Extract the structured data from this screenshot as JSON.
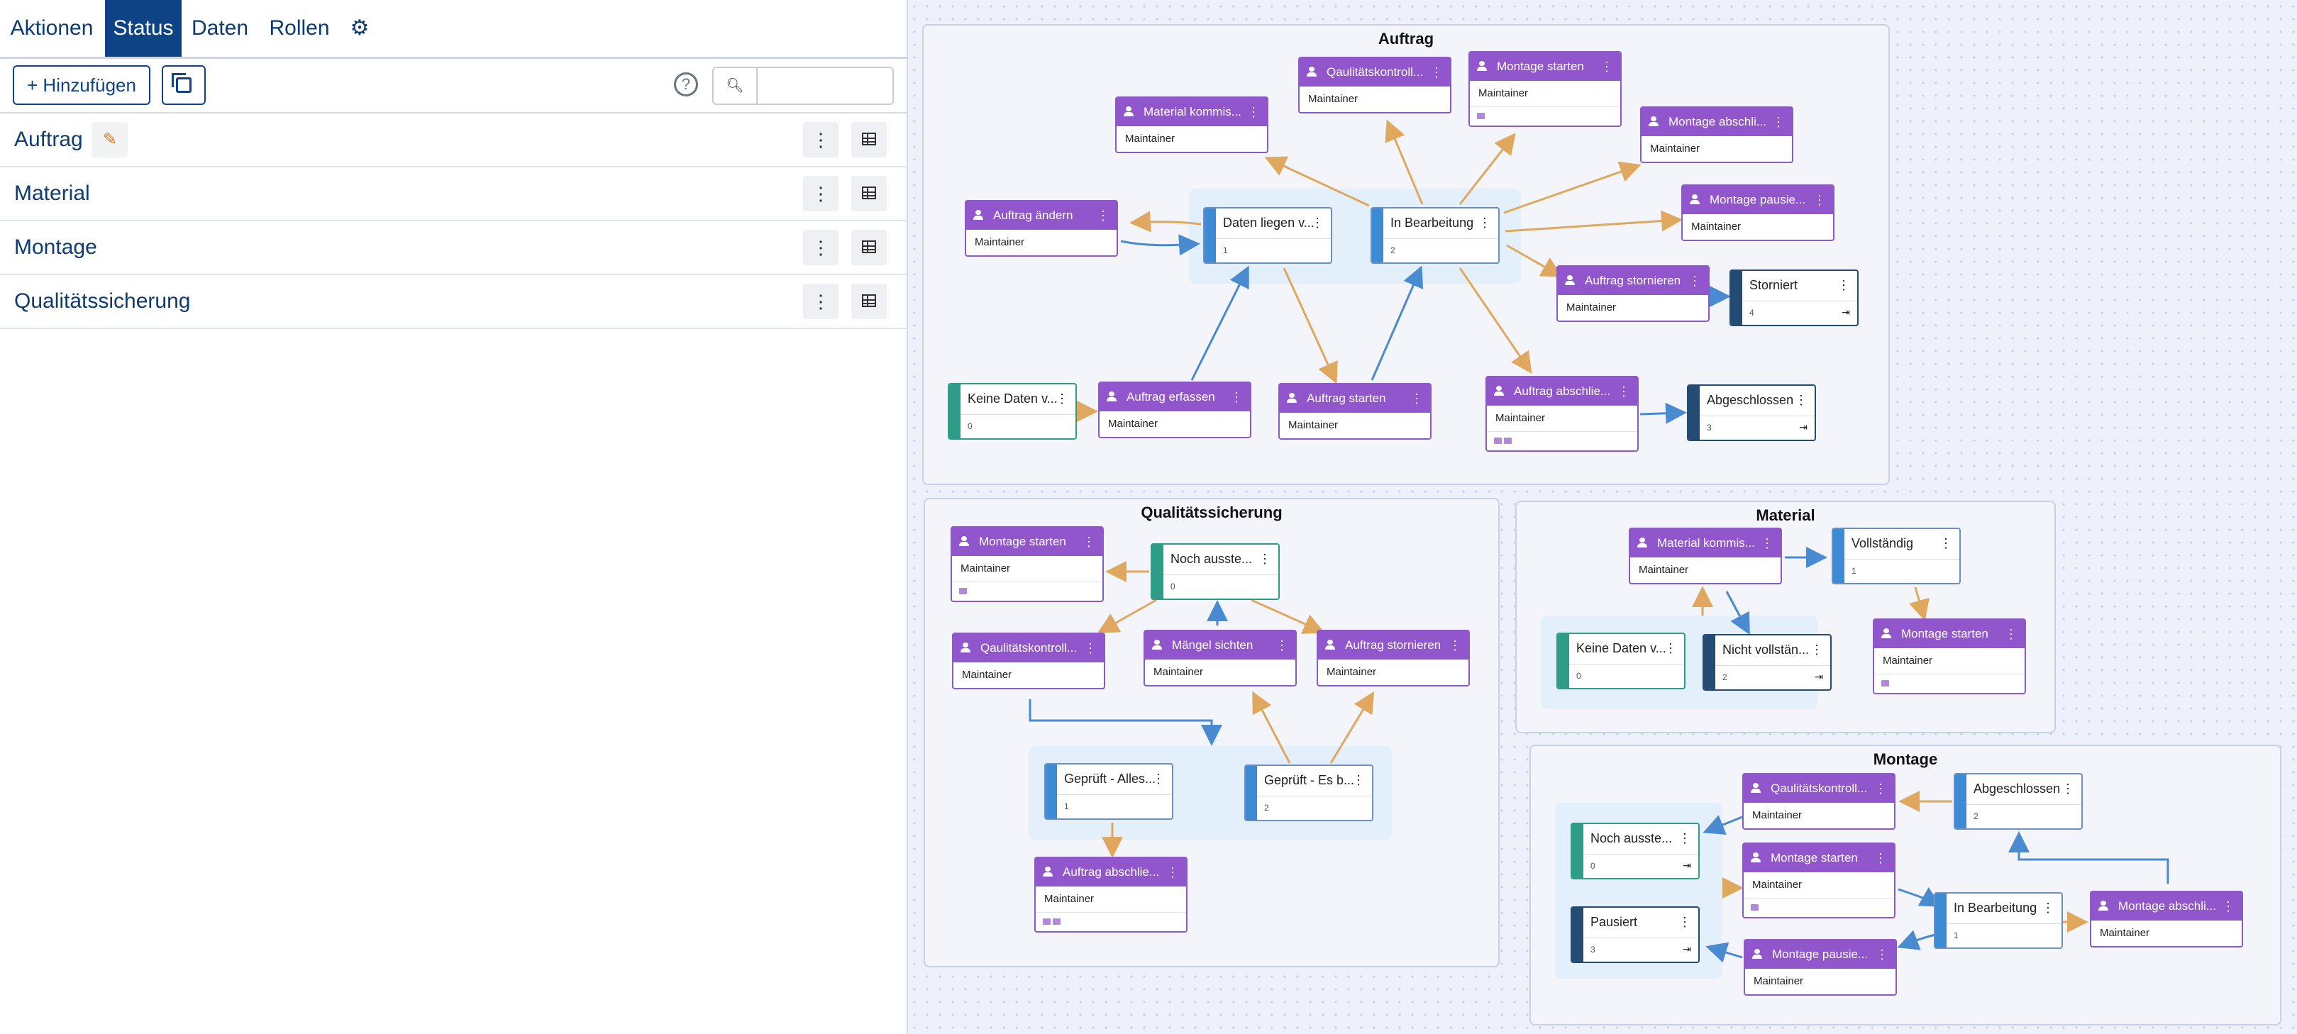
{
  "tabs": [
    "Aktionen",
    "Status",
    "Daten",
    "Rollen"
  ],
  "toolbar": {
    "add_label": "+ Hinzufügen",
    "help": "?",
    "search_placeholder": ""
  },
  "list": [
    "Auftrag",
    "Material",
    "Montage",
    "Qualitätssicherung"
  ],
  "colors": {
    "action": "#9155cc",
    "state_start": "#2e9c87",
    "state_normal": "#3d8bd4",
    "state_end": "#234b73",
    "edge_orange": "#e0a85e",
    "edge_blue": "#4a8ad0"
  },
  "role": "Maintainer",
  "groups": {
    "auftrag": {
      "title": "Auftrag",
      "actions": [
        "Material kommis...",
        "Qaulitätskontroll...",
        "Montage starten",
        "Montage abschli...",
        "Montage pausie...",
        "Auftrag ändern",
        "Auftrag stornieren",
        "Auftrag erfassen",
        "Auftrag starten",
        "Auftrag abschlie..."
      ],
      "states": [
        {
          "name": "Daten liegen v...",
          "num": "1"
        },
        {
          "name": "In Bearbeitung",
          "num": "2"
        },
        {
          "name": "Storniert",
          "num": "4"
        },
        {
          "name": "Keine Daten v...",
          "num": "0"
        },
        {
          "name": "Abgeschlossen",
          "num": "3"
        }
      ]
    },
    "qs": {
      "title": "Qualitätssicherung",
      "actions": [
        "Montage starten",
        "Qaulitätskontroll...",
        "Mängel sichten",
        "Auftrag stornieren",
        "Auftrag abschlie..."
      ],
      "states": [
        {
          "name": "Noch ausste...",
          "num": "0"
        },
        {
          "name": "Geprüft - Alles...",
          "num": "1"
        },
        {
          "name": "Geprüft - Es b...",
          "num": "2"
        }
      ]
    },
    "material": {
      "title": "Material",
      "actions": [
        "Material kommis...",
        "Montage starten"
      ],
      "states": [
        {
          "name": "Vollständig",
          "num": "1"
        },
        {
          "name": "Keine Daten v...",
          "num": "0"
        },
        {
          "name": "Nicht vollstän...",
          "num": "2"
        }
      ]
    },
    "montage": {
      "title": "Montage",
      "actions": [
        "Qaulitätskontroll...",
        "Montage starten",
        "Montage pausie...",
        "Montage abschli..."
      ],
      "states": [
        {
          "name": "Abgeschlossen",
          "num": "2"
        },
        {
          "name": "Noch ausste...",
          "num": "0"
        },
        {
          "name": "In Bearbeitung",
          "num": "1"
        },
        {
          "name": "Pausiert",
          "num": "3"
        }
      ]
    }
  }
}
